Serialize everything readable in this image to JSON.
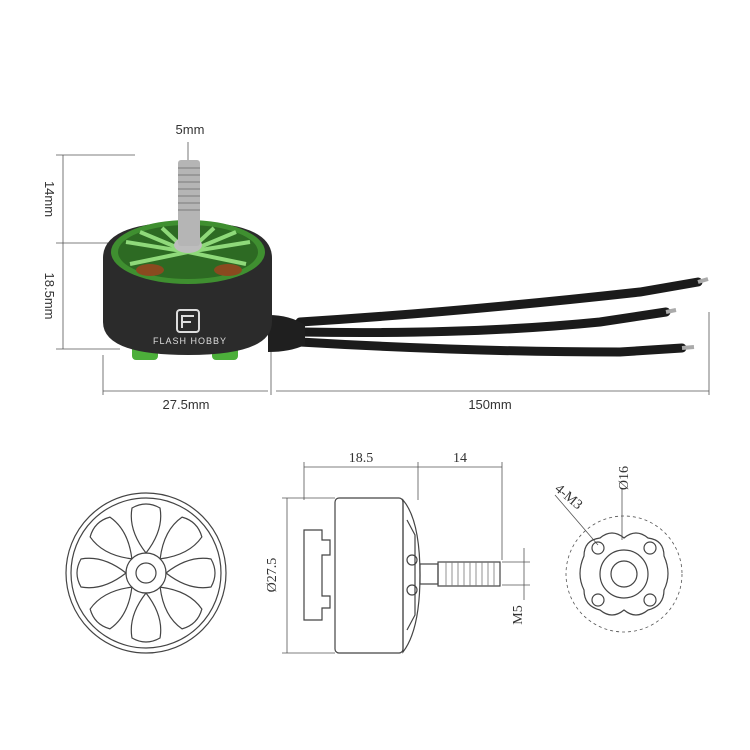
{
  "photo": {
    "brand": "FLASH HOBBY",
    "dims": {
      "shaft_diameter": "5mm",
      "shaft_length": "14mm",
      "motor_height": "18.5mm",
      "motor_diameter": "27.5mm",
      "lead_length": "150mm"
    },
    "colors": {
      "body": "#2b2b2b",
      "accent": "#4caf3a",
      "shaft": "#b5b5b5"
    }
  },
  "drawing": {
    "side": {
      "height": "18.5",
      "shaft_length": "14",
      "diameter": "Ø27.5",
      "shaft_thread": "M5"
    },
    "mount": {
      "hole_label": "4-M3",
      "bolt_circle": "Ø16"
    }
  }
}
